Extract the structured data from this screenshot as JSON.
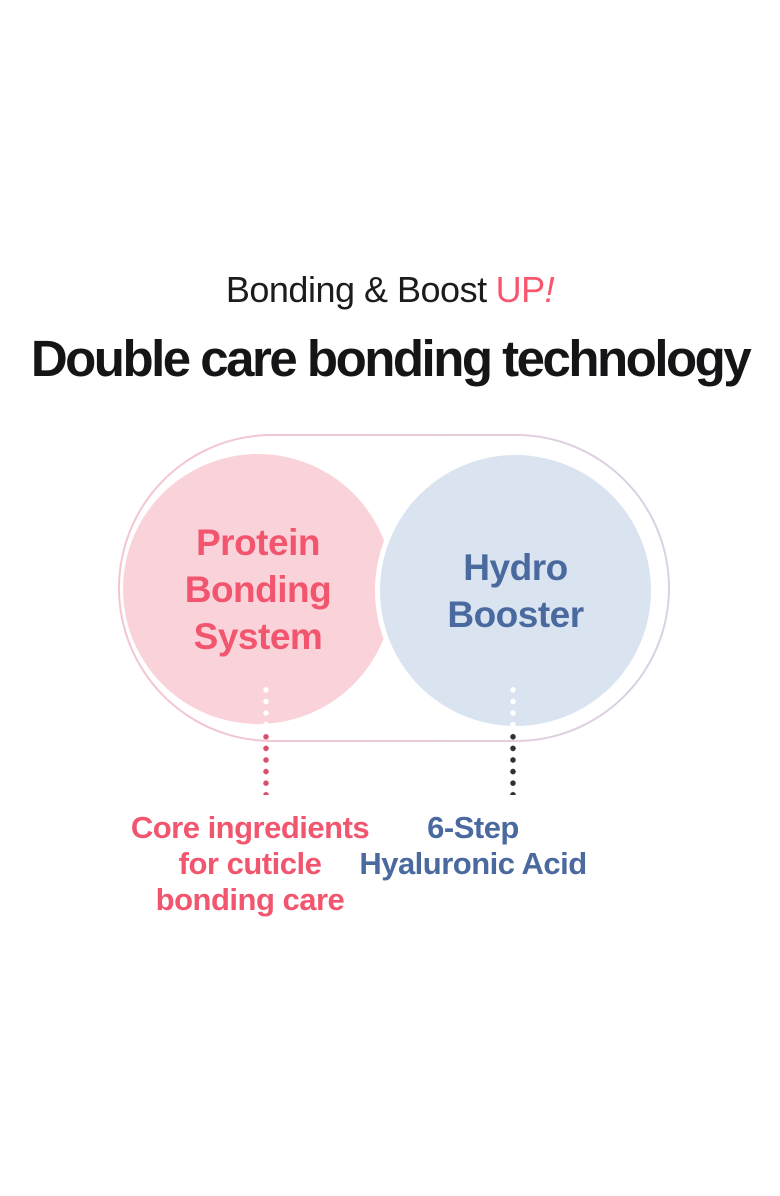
{
  "header": {
    "tagline_text": "Bonding & Boost",
    "tagline_accent": "UP",
    "tagline_accent_mark": "!",
    "title": "Double care bonding technology"
  },
  "diagram": {
    "capsule": {
      "border_left_color": "#f5c5cf",
      "border_right_color": "#d7d3e4"
    },
    "left_circle": {
      "lines": [
        "Protein",
        "Bonding",
        "System"
      ],
      "fill": "#fad3da",
      "text_color": "#f2566f"
    },
    "right_circle": {
      "lines": [
        "Hydro",
        "Booster"
      ],
      "fill": "#d9e4f0",
      "text_color": "#4a6a9f",
      "rim_color": "#ffffff"
    },
    "connectors": {
      "inside_dot_color": "#ffffff",
      "left_dot_color": "#d9506c",
      "right_dot_color": "#303030"
    }
  },
  "callouts": {
    "left": {
      "lines": [
        "Core ingredients",
        "for cuticle",
        "bonding care"
      ],
      "color": "#f2566f"
    },
    "right": {
      "lines": [
        "6-Step",
        "Hyaluronic Acid"
      ],
      "color": "#4a6a9f"
    }
  },
  "colors": {
    "accent_pink": "#f8566d",
    "headline_text": "#151517",
    "background": "#ffffff"
  }
}
